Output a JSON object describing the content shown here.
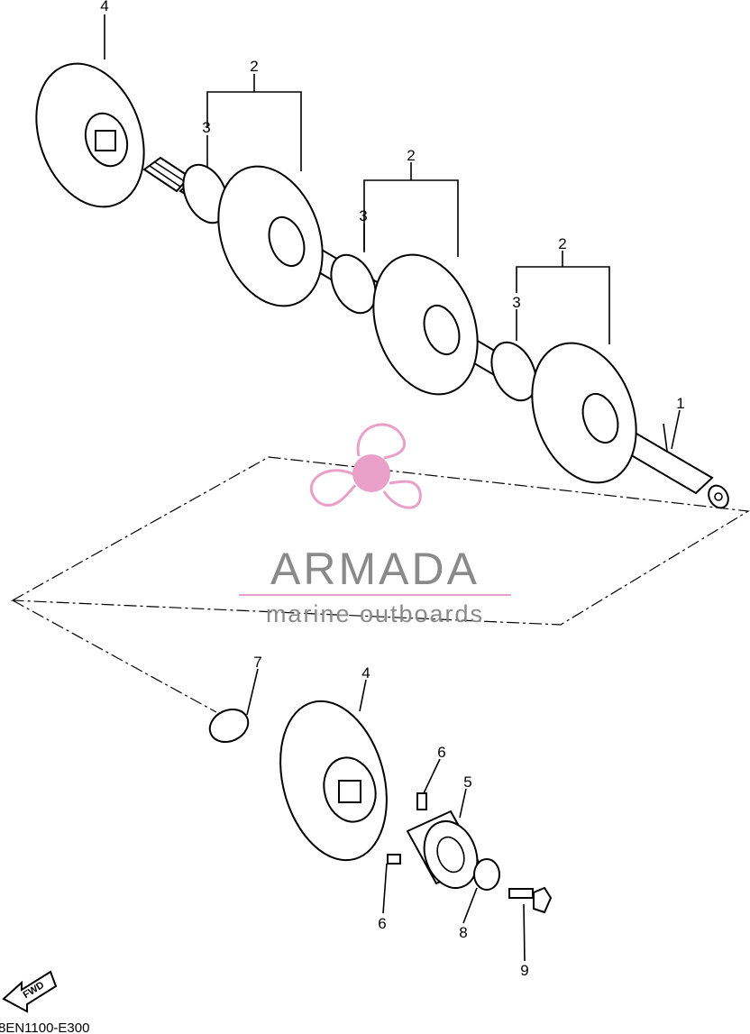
{
  "diagram": {
    "callouts": [
      "1",
      "2",
      "2",
      "2",
      "3",
      "3",
      "3",
      "4",
      "4",
      "5",
      "6",
      "6",
      "7",
      "8",
      "9"
    ],
    "drawing_code": "8EN1100-E300",
    "fwd_label": "FWD"
  },
  "watermark": {
    "brand": "ARMADA",
    "tagline": "marine outboards",
    "color": "#8a8a8a",
    "accent": "#e8a0c8"
  }
}
